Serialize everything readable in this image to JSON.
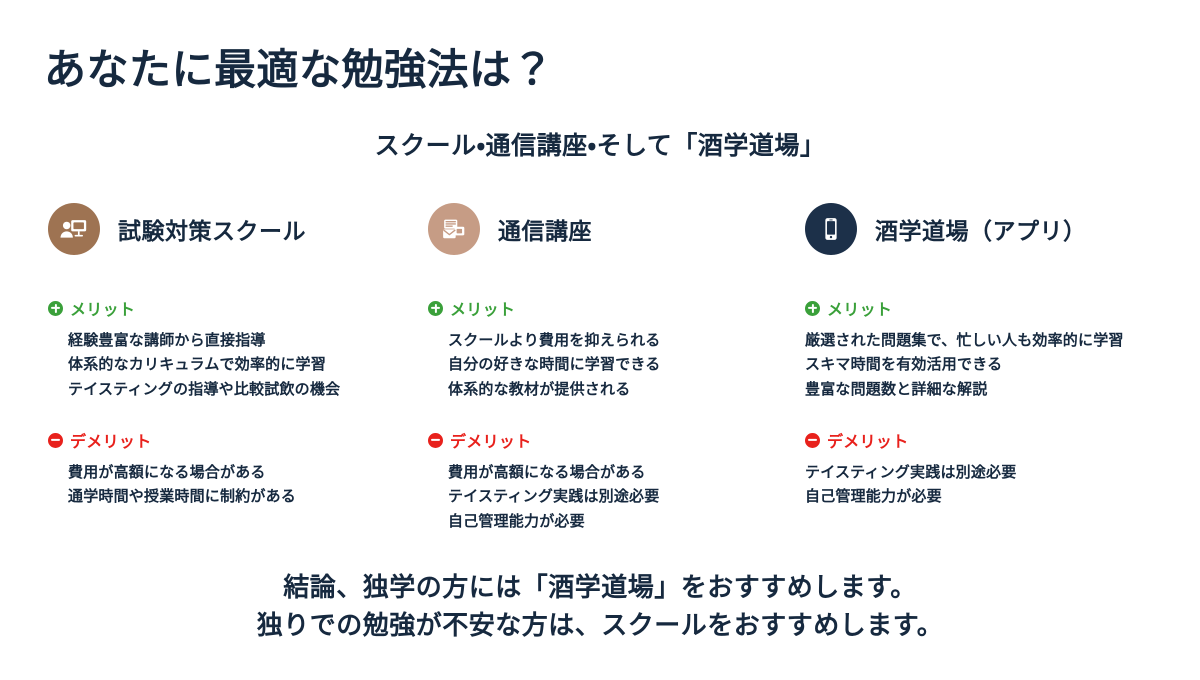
{
  "slide": {
    "title": "あなたに最適な勉強法は？",
    "subtitle": "スクール・通信講座・そして「酒学道場」",
    "title_color": "#16293f",
    "background_color": "#ffffff"
  },
  "labels": {
    "merit": "メリット",
    "demerit": "デメリット",
    "merit_color": "#3aa03a",
    "demerit_color": "#e8211c",
    "merit_icon": "plus-circle-icon",
    "demerit_icon": "minus-circle-icon"
  },
  "columns": [
    {
      "title": "試験対策スクール",
      "icon": "presentation-person-icon",
      "icon_bg": "#9e7352",
      "icon_fg": "#ffffff",
      "merits": [
        "経験豊富な講師から直接指導",
        "体系的なカリキュラムで効率的に学習",
        "テイスティングの指導や比較試飲の機会"
      ],
      "demerits": [
        "費用が高額になる場合がある",
        "通学時間や授業時間に制約がある"
      ]
    },
    {
      "title": "通信講座",
      "icon": "mail-envelope-icon",
      "icon_bg": "#c69c85",
      "icon_fg": "#ffffff",
      "merits": [
        "スクールより費用を抑えられる",
        "自分の好きな時間に学習できる",
        "体系的な教材が提供される"
      ],
      "demerits": [
        "費用が高額になる場合がある",
        "テイスティング実践は別途必要",
        "自己管理能力が必要"
      ]
    },
    {
      "title": "酒学道場（アプリ）",
      "icon": "smartphone-icon",
      "icon_bg": "#1c3049",
      "icon_fg": "#ffffff",
      "merits": [
        "厳選された問題集で、忙しい人も効率的に学習",
        "スキマ時間を有効活用できる",
        "豊富な問題数と詳細な解説"
      ],
      "demerits": [
        "テイスティング実践は別途必要",
        "自己管理能力が必要"
      ]
    }
  ],
  "conclusion": {
    "line1": "結論、独学の方には「酒学道場」をおすすめします。",
    "line2": "独りでの勉強が不安な方は、スクールをおすすめします。"
  }
}
